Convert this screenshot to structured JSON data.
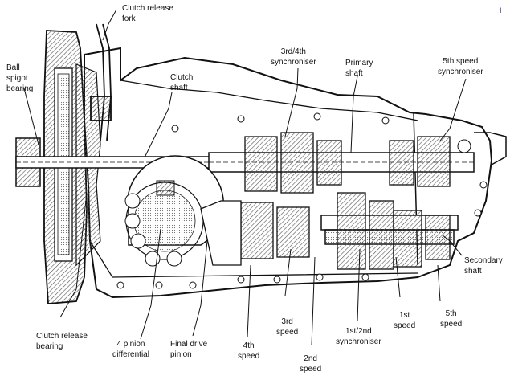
{
  "labels": {
    "clutch_release_fork": "Clutch release\nfork",
    "ball_spigot_bearing": "Ball\nspigot\nbearing",
    "clutch_shaft": "Clutch\nshaft",
    "sync_3_4": "3rd/4th\nsynchroniser",
    "primary_shaft": "Primary\nshaft",
    "sync_5": "5th speed\nsynchroniser",
    "secondary_shaft": "Secondary\nshaft",
    "clutch_release_bearing": "Clutch release\nbearing",
    "pinion_differential": "4 pinion\ndifferential",
    "final_drive_pinion": "Final drive\npinion",
    "speed_4": "4th\nspeed",
    "speed_3": "3rd\nspeed",
    "speed_2": "2nd\nspeed",
    "sync_1_2": "1st/2nd\nsynchroniser",
    "speed_1": "1st\nspeed",
    "speed_5": "5th\nspeed"
  },
  "corner_mark": "I",
  "colors": {
    "ink": "#111111",
    "hatch": "#555555",
    "paper": "#ffffff",
    "shade": "#cfcfcf",
    "mark": "#1a3a8a"
  }
}
